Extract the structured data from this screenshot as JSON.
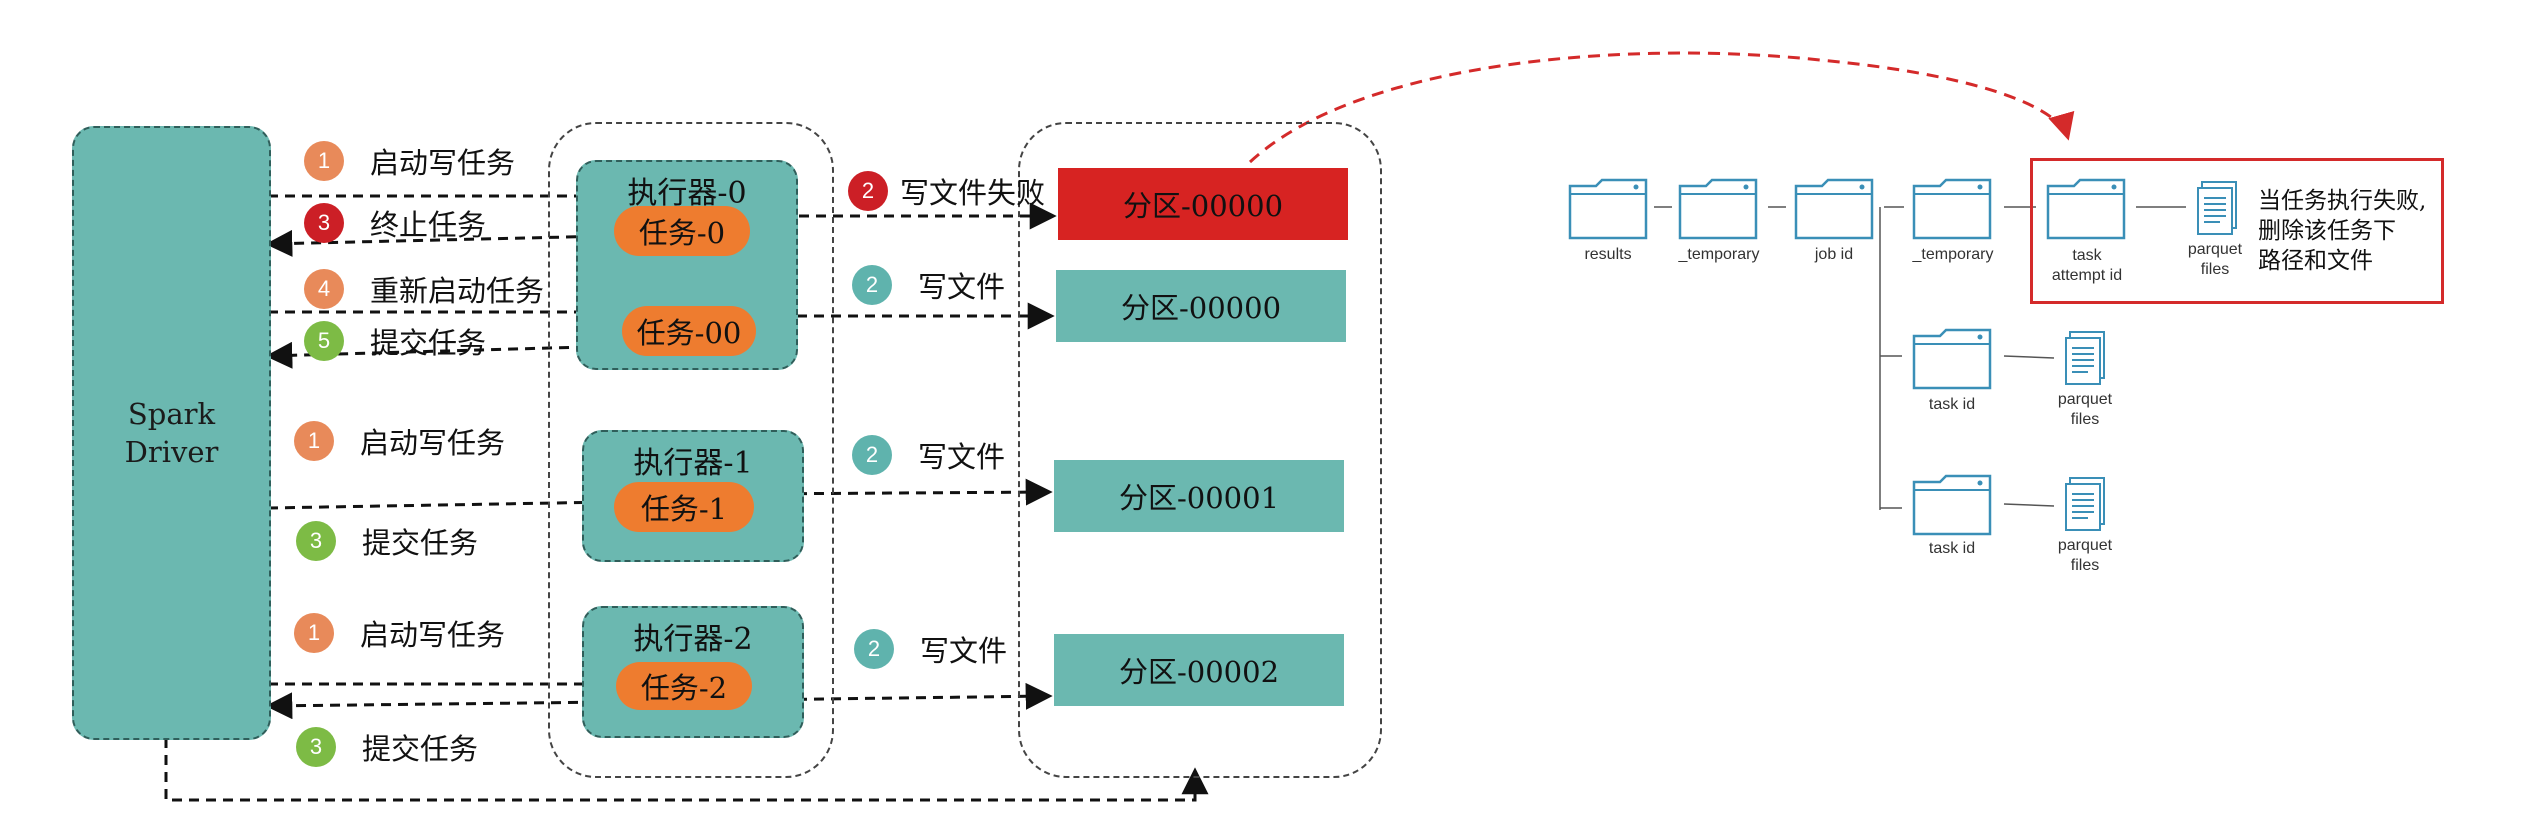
{
  "driver": {
    "line1": "Spark",
    "line2": "Driver"
  },
  "executors": [
    {
      "name": "执行器-0",
      "tasks": [
        "任务-0",
        "任务-00"
      ]
    },
    {
      "name": "执行器-1",
      "tasks": [
        "任务-1"
      ]
    },
    {
      "name": "执行器-2",
      "tasks": [
        "任务-2"
      ]
    }
  ],
  "partitions": [
    "分区-00000",
    "分区-00000",
    "分区-00001",
    "分区-00002"
  ],
  "driver_steps": [
    {
      "num": "1",
      "label": "启动写任务",
      "color": "#e88a5a"
    },
    {
      "num": "3",
      "label": "终止任务",
      "color": "#cc1f26"
    },
    {
      "num": "4",
      "label": "重新启动任务",
      "color": "#e88a5a"
    },
    {
      "num": "5",
      "label": "提交任务",
      "color": "#7dbb45"
    },
    {
      "num": "1",
      "label": "启动写任务",
      "color": "#e88a5a"
    },
    {
      "num": "3",
      "label": "提交任务",
      "color": "#7dbb45"
    },
    {
      "num": "1",
      "label": "启动写任务",
      "color": "#e88a5a"
    },
    {
      "num": "3",
      "label": "提交任务",
      "color": "#7dbb45"
    }
  ],
  "write_steps": [
    {
      "num": "2",
      "label": "写文件失败",
      "color": "#cc1f26"
    },
    {
      "num": "2",
      "label": "写文件",
      "color": "#5fb3ad"
    },
    {
      "num": "2",
      "label": "写文件",
      "color": "#5fb3ad"
    },
    {
      "num": "2",
      "label": "写文件",
      "color": "#5fb3ad"
    }
  ],
  "tree": {
    "results": "results",
    "temporary1": "_temporary",
    "job_id": "job id",
    "temporary2": "_temporary",
    "task_attempt_1": "task",
    "task_attempt_2": "attempt id",
    "parquet_1": "parquet",
    "parquet_2": "files",
    "task_id": "task id",
    "note_1": "当任务执行失败,",
    "note_2": "删除该任务下",
    "note_3": "路径和文件"
  },
  "colors": {
    "teal": "#6bb8b0",
    "orange": "#ee7c2f",
    "fail_red": "#d72322",
    "icon_blue": "#3a8fb7"
  }
}
